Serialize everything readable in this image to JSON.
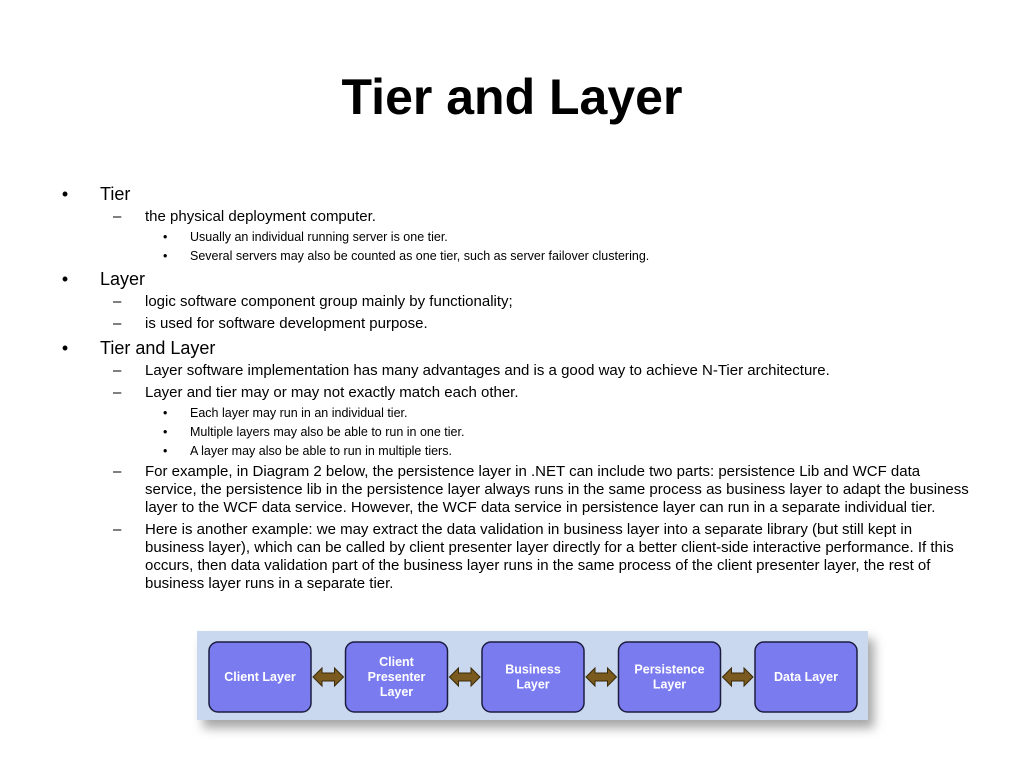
{
  "slide": {
    "title": "Tier and Layer",
    "sections": [
      {
        "label": "Tier",
        "items": [
          {
            "text": "the physical deployment computer.",
            "sub": [
              "Usually an individual running server is one tier.",
              "Several servers may also be counted as one tier, such as server failover clustering."
            ]
          }
        ]
      },
      {
        "label": "Layer",
        "items": [
          {
            "text": "logic software component group mainly by functionality;",
            "sub": []
          },
          {
            "text": "is used for software development purpose.",
            "sub": []
          }
        ]
      },
      {
        "label": "Tier and Layer",
        "items": [
          {
            "text": "Layer software implementation has many advantages and is a good way to achieve N-Tier architecture.",
            "sub": []
          },
          {
            "text": "Layer and tier may or may not exactly match each other.",
            "sub": [
              "Each layer may run in an individual tier.",
              "Multiple layers may also be able to run in one tier.",
              "A layer may also be able to run in multiple tiers."
            ]
          },
          {
            "text": "For example, in Diagram 2 below, the persistence layer in .NET can include two parts: persistence Lib and WCF data service, the persistence lib in the persistence layer always runs in the same process as business layer to adapt the business layer to the WCF data service. However, the WCF data service in persistence layer can run in a separate individual tier.",
            "sub": []
          },
          {
            "text": "Here is another example: we may extract the data validation in business layer into a separate library (but still kept in business layer), which can be called by client presenter layer directly for a better client-side interactive performance. If this occurs, then data validation part of the business layer runs in the same process of the client presenter layer, the rest of business layer runs in a separate tier.",
            "sub": []
          }
        ]
      }
    ],
    "markers": {
      "level1": "•",
      "level2": "–",
      "level3": "•"
    }
  },
  "diagram": {
    "boxes": [
      [
        "Client Layer"
      ],
      [
        "Client",
        "Presenter",
        "Layer"
      ],
      [
        "Business",
        "Layer"
      ],
      [
        "Persistence",
        "Layer"
      ],
      [
        "Data Layer"
      ]
    ],
    "colors": {
      "box_fill": "#7b7bf0",
      "box_stroke": "#1c1c40",
      "arrow_fill": "#7a5a1e",
      "arrow_stroke": "#3a2a08",
      "background": "#c9d8ee"
    }
  }
}
